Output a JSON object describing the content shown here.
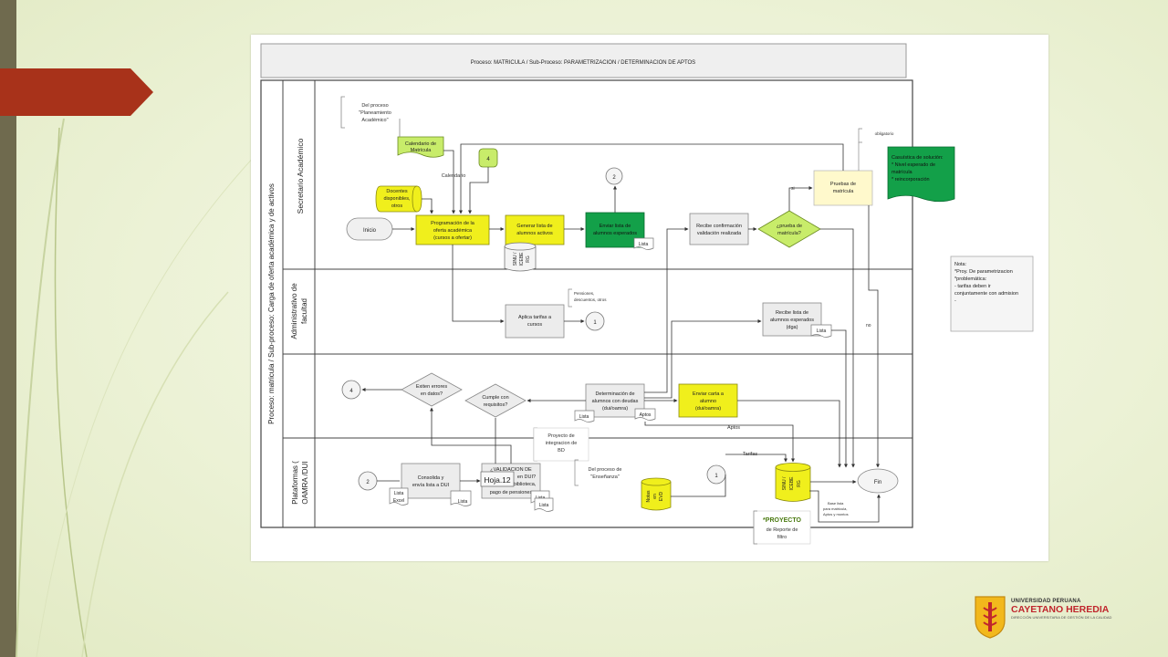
{
  "diagram": {
    "title": "Proceso: MATRICULA / Sub-Proceso: PARAMETRIZACION / DETERMINACION DE APTOS",
    "side_title": "Proceso: matricula / Sub-proceso: Carga de oferta académica y de activos",
    "lanes": {
      "secretario": "Secretario Académico",
      "admin_l1": "Administrativo de",
      "admin_l2": "facultad",
      "plat_l1": "Plataformas (",
      "plat_l2": "OAMRA /DUI"
    },
    "nodes": {
      "del_proceso_l1": "Del proceso",
      "del_proceso_l2": "\"Planeamiento",
      "del_proceso_l3": "Académico\"",
      "calendario_l1": "Calendario de",
      "calendario_l2": "Matrícula",
      "calendario_label": "Calendario",
      "conn4_top": "4",
      "docentes_l1": "Docentes",
      "docentes_l2": "disponibles,",
      "docentes_l3": "otros",
      "inicio": "Inicio",
      "programacion_l1": "Programación de la",
      "programacion_l2": "oferta académica",
      "programacion_l3": "(cursos a ofertar)",
      "generar_l1": "Generar lista de",
      "generar_l2": "alumnos activos",
      "sinu_top_l1": "SINU /",
      "sinu_top_l2": "ICEBE",
      "sinu_top_l3": "RG",
      "conn2_top": "2",
      "enviar_l1": "Enviar lista de",
      "enviar_l2": "alumnos esperados",
      "lista_doc1": "Lista",
      "recibe_conf_l1": "Recibe confirmación",
      "recibe_conf_l2": "validación realizada",
      "prueba_q_l1": "¿prueba de",
      "prueba_q_l2": "matrícula?",
      "si_label": "si",
      "pruebas_l1": "Pruebas de",
      "pruebas_l2": "matrícula",
      "obligatorio": "obligatorio",
      "casuistica_l1": "Casuística de solución:",
      "casuistica_l2": "* Nivel esperado de",
      "casuistica_l3": "matrícula",
      "casuistica_l4": "* reincorporación",
      "pensiones_l1": "Pensiones,",
      "pensiones_l2": "descuentos, otros",
      "aplica_l1": "Aplica tarifas a",
      "aplica_l2": "cursos",
      "conn1_admin": "1",
      "recibe_lista_l1": "Recibe lista de",
      "recibe_lista_l2": "alumnos esperados",
      "recibe_lista_l3": "(dga)",
      "lista_doc2": "Lista",
      "no_label": "no",
      "conn4_left": "4",
      "existen_l1": "Exiten errores",
      "existen_l2": "en datos?",
      "cumple_l1": "Cumple con",
      "cumple_l2": "requisitos?",
      "determ_l1": "Determinación de",
      "determ_l2": "alumnos con deudas",
      "determ_l3": "(dui/oamra)",
      "lista_doc3": "Lista",
      "aptos_doc": "Aptos",
      "aptos_label": "Aptos",
      "carta_l1": "Enviar carta a",
      "carta_l2": "alumno",
      "carta_l3": "(dui/oamra)",
      "proy_integ_l1": "Proyecto de",
      "proy_integ_l2": "integracion de",
      "proy_integ_l3": "BD",
      "conn2_plat": "2",
      "consolida_l1": "Consolida y",
      "consolida_l2": "envía lista a DUI",
      "lista_excel_l1": "Lista",
      "lista_excel_l2": "Excel",
      "lista_doc4": "Lista",
      "validacion_l1": "¿VALIDACION DE",
      "validacion_l2": "en DUI?",
      "validacion_l3": "biblioteca,",
      "validacion_l4": "pago de pensiones",
      "hoja_tooltip": "Hoja.12",
      "lista_doc5": "Lista",
      "lista_doc6": "Lista",
      "del_ensenanza_l1": "Del proceso de",
      "del_ensenanza_l2": "\"Enseñanza\"",
      "notas_l1": "Notas",
      "notas_l2": "en",
      "notas_l3": "EVD",
      "conn1_plat": "1",
      "tarifas_label": "Tarifas",
      "sinu_bot_l1": "SINU /",
      "sinu_bot_l2": "ICEBE",
      "sinu_bot_l3": "RG",
      "fin": "Fin",
      "base_l1": "Base lista",
      "base_l2": "para matricula,",
      "base_l3": "Aptos y montos",
      "proyecto_l1": "*PROYECTO",
      "proyecto_l2": "de Reporte de",
      "proyecto_l3": "filtro"
    },
    "note": {
      "l1": "Nota:",
      "l2": "*Proy. De parametrizacion",
      "l3": "*problemática:",
      "l4": "- tarifas deben ir",
      "l5": "conjuntamente con admision",
      "l6": "-"
    }
  },
  "logo": {
    "line1": "UNIVERSIDAD PERUANA",
    "line2": "CAYETANO HEREDIA",
    "line3": "DIRECCIÓN UNIVERSITARIA DE GESTIÓN DE LA CALIDAD"
  },
  "colors": {
    "frame": "#6f6a4e",
    "accent_red": "#a8321a",
    "yellow": "#f0ef1c",
    "light_green": "#c8ec6a",
    "dark_green": "#13a049",
    "gray_box": "#ececec"
  }
}
